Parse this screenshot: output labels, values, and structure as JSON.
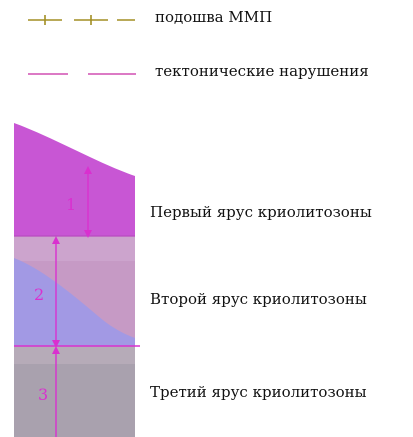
{
  "legend": {
    "base_label": "подошва ММП",
    "fault_label": "тектонические нарушения",
    "base_color": "#a28d22",
    "fault_color": "#d04fb2"
  },
  "tiers": [
    {
      "number": "1",
      "label": "Первый ярус криолитозоны",
      "color": "#c856d4"
    },
    {
      "number": "2",
      "label": "Второй ярус криолитозоны",
      "color": "#a299e4"
    },
    {
      "number": "3",
      "label": "Третий ярус криолитозоны",
      "color": "#a9a1ae"
    }
  ],
  "accent_color": "#d930cf"
}
